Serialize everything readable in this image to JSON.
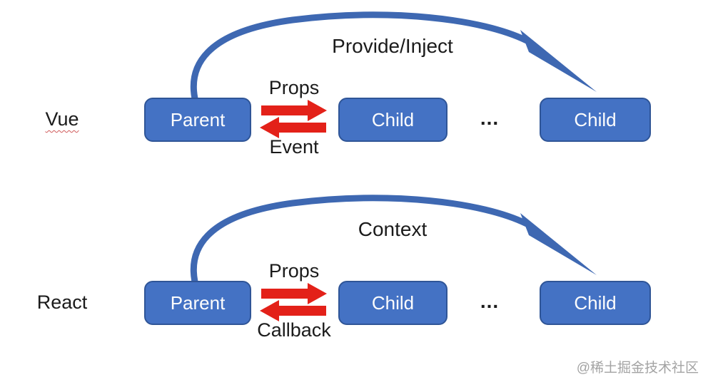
{
  "diagram": {
    "rows": [
      {
        "framework": "Vue",
        "parent_label": "Parent",
        "child1_label": "Child",
        "child2_label": "Child",
        "ellipsis": "...",
        "forward_label": "Props",
        "backward_label": "Event",
        "broadcast_label": "Provide/Inject"
      },
      {
        "framework": "React",
        "parent_label": "Parent",
        "child1_label": "Child",
        "child2_label": "Child",
        "ellipsis": "...",
        "forward_label": "Props",
        "backward_label": "Callback",
        "broadcast_label": "Context"
      }
    ],
    "watermark": "@稀土掘金技术社区",
    "colors": {
      "box_fill": "#4472C4",
      "box_border": "#2F5597",
      "arc_blue": "#3E68B2",
      "arrow_red": "#E32119",
      "text": "#1B1B1B",
      "box_text": "#FDFDFD",
      "watermark": "#A3A3A3"
    }
  }
}
